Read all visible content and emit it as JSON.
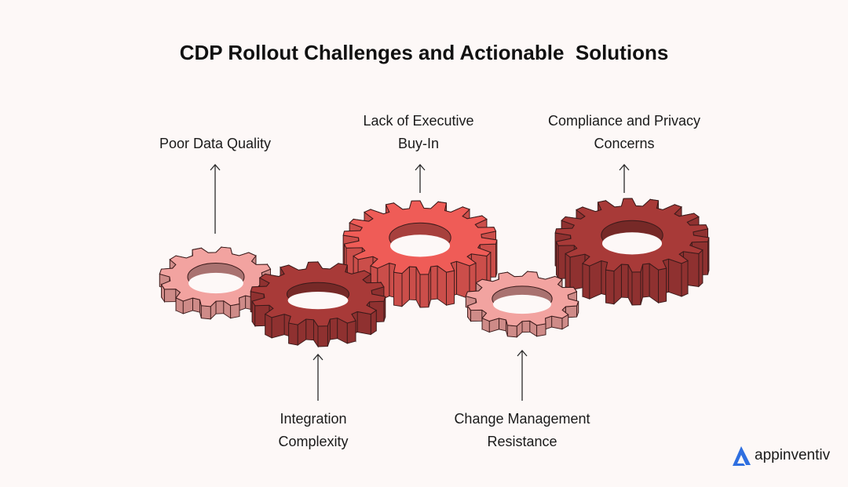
{
  "title": "CDP Rollout Challenges and Actionable  Solutions",
  "labels": {
    "poor_data_quality": [
      "Poor Data Quality"
    ],
    "lack_of_executive_buy_in": [
      "Lack of Executive",
      "Buy-In"
    ],
    "compliance_and_privacy": [
      "Compliance and Privacy",
      "Concerns"
    ],
    "integration_complexity": [
      "Integration",
      "Complexity"
    ],
    "change_management": [
      "Change Management",
      "Resistance"
    ]
  },
  "brand": {
    "name": "appinventiv",
    "logo_icon": "triangle-a-icon",
    "color": "#2f6fe0"
  },
  "colors": {
    "light_pink": "#f2a3a0",
    "dark_red": "#a83a38",
    "salmon_red": "#ef5c57",
    "outline": "#3a1a1a"
  },
  "icons": {
    "gear": "gear-icon",
    "arrow": "arrow-up-icon"
  }
}
